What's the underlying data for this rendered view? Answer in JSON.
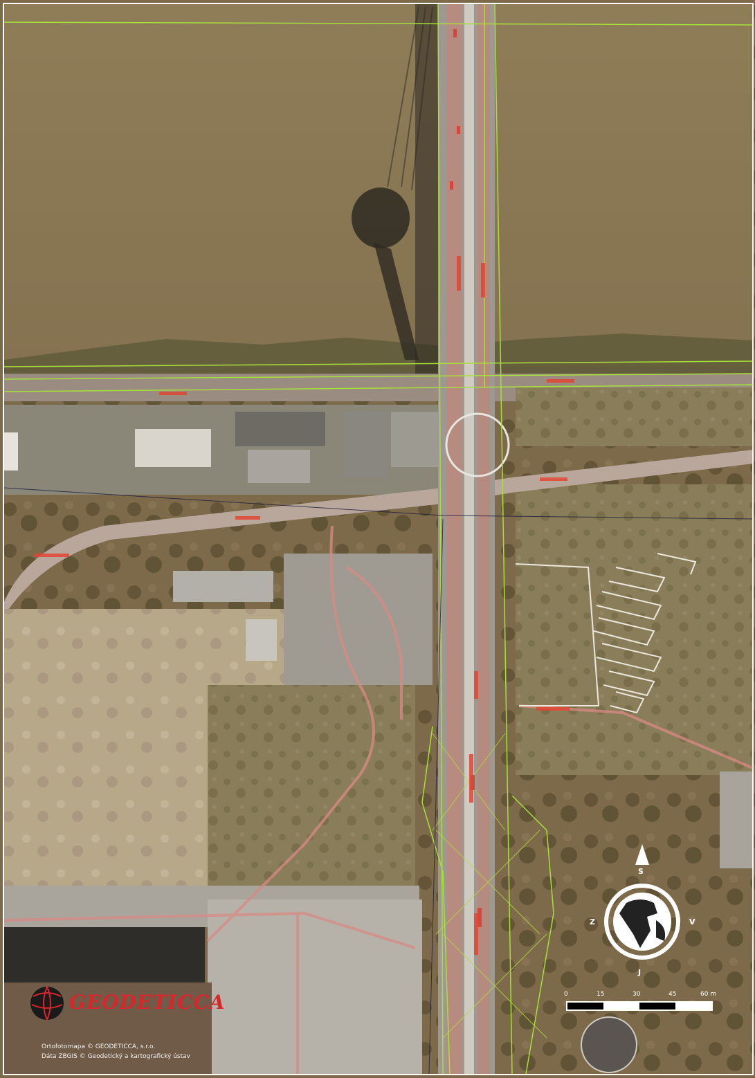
{
  "map": {
    "compass": {
      "north": "S",
      "south": "J",
      "west": "Z",
      "east": "V"
    },
    "scale_bar": {
      "ticks": [
        "0",
        "15",
        "30",
        "45",
        "60 m"
      ]
    },
    "logo_text": "GEODETICCA",
    "credits": [
      "Ortofotomapa © GEODETICCA, s.r.o.",
      "Dáta ZBGIS © Geodetický a kartografický ústav"
    ],
    "colors": {
      "river": "#8c7a55",
      "parcel_line_green": "#a8e03a",
      "parcel_label_red": "#d9262b",
      "road": "#b59a8e"
    }
  }
}
